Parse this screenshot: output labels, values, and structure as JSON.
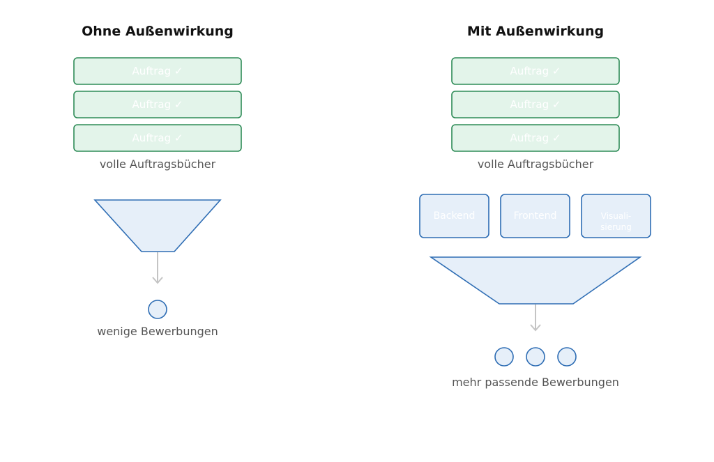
{
  "left": {
    "title": "Ohne Außenwirkung",
    "orders": [
      "Auftrag ✓",
      "Auftrag ✓",
      "Auftrag ✓"
    ],
    "orders_caption": "volle Auftragsbücher",
    "result_caption": "wenige Bewerbungen"
  },
  "right": {
    "title": "Mit Außenwirkung",
    "orders": [
      "Auftrag ✓",
      "Auftrag ✓",
      "Auftrag ✓"
    ],
    "orders_caption": "volle Auftragsbücher",
    "channels": {
      "backend": "Backend",
      "frontend": "Frontend",
      "visualisierung_line1": "Visuali-",
      "visualisierung_line2": "sierung"
    },
    "result_caption": "mehr passende Bewerbungen"
  },
  "colors": {
    "green_fill": "#e3f4ea",
    "green_stroke": "#2e8b57",
    "blue_fill": "#e6eff9",
    "blue_stroke": "#2e6db4",
    "arrow": "#c4c4c4"
  }
}
